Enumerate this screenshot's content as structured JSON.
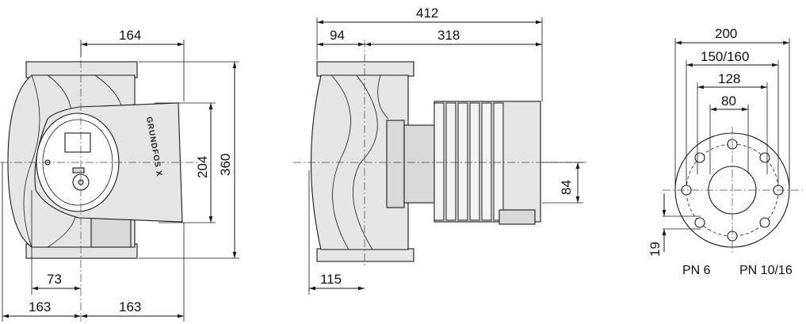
{
  "front_view": {
    "width_dim": "164",
    "height_small_dim": "204",
    "height_dim": "360",
    "offset_dim": "73",
    "half_left_dim": "163",
    "half_right_dim": "163",
    "brand_logo": "GRUNDFOS X"
  },
  "side_view": {
    "total_dim": "412",
    "flange_dim": "94",
    "motor_dim": "318",
    "base_dim": "115",
    "axis_dim": "84"
  },
  "flange_view": {
    "outer_dim": "200",
    "bolt_circle_dim": "150/160",
    "inner_dim": "128",
    "bore_dim": "80",
    "hole_dim": "19",
    "label_pn6": "PN 6",
    "label_pn1016": "PN 10/16"
  }
}
